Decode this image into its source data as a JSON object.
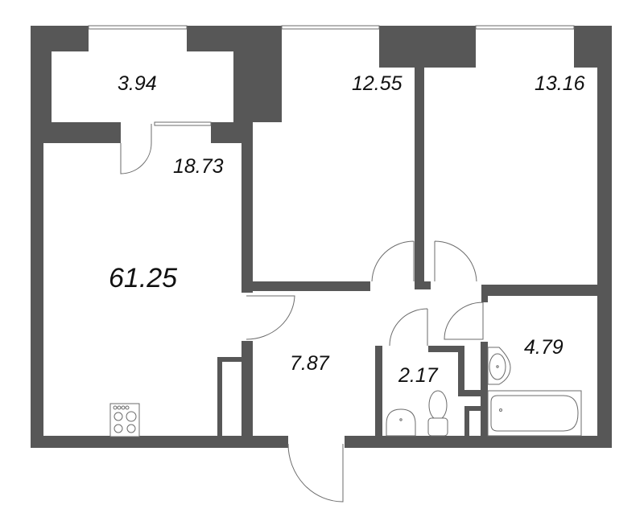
{
  "floor_plan": {
    "type": "apartment-floor-plan",
    "unit": "m²",
    "rooms": [
      {
        "id": "balcony",
        "area": "3.94"
      },
      {
        "id": "kitchen",
        "area": "18.73"
      },
      {
        "id": "total",
        "area": "61.25"
      },
      {
        "id": "bedroom-1",
        "area": "12.55"
      },
      {
        "id": "bedroom-2",
        "area": "13.16"
      },
      {
        "id": "hallway",
        "area": "7.87"
      },
      {
        "id": "toilet",
        "area": "2.17"
      },
      {
        "id": "bathroom",
        "area": "4.79"
      }
    ],
    "colors": {
      "wall": "#575757",
      "background": "#ffffff",
      "line": "#6b6b6b",
      "text": "#111111"
    }
  }
}
